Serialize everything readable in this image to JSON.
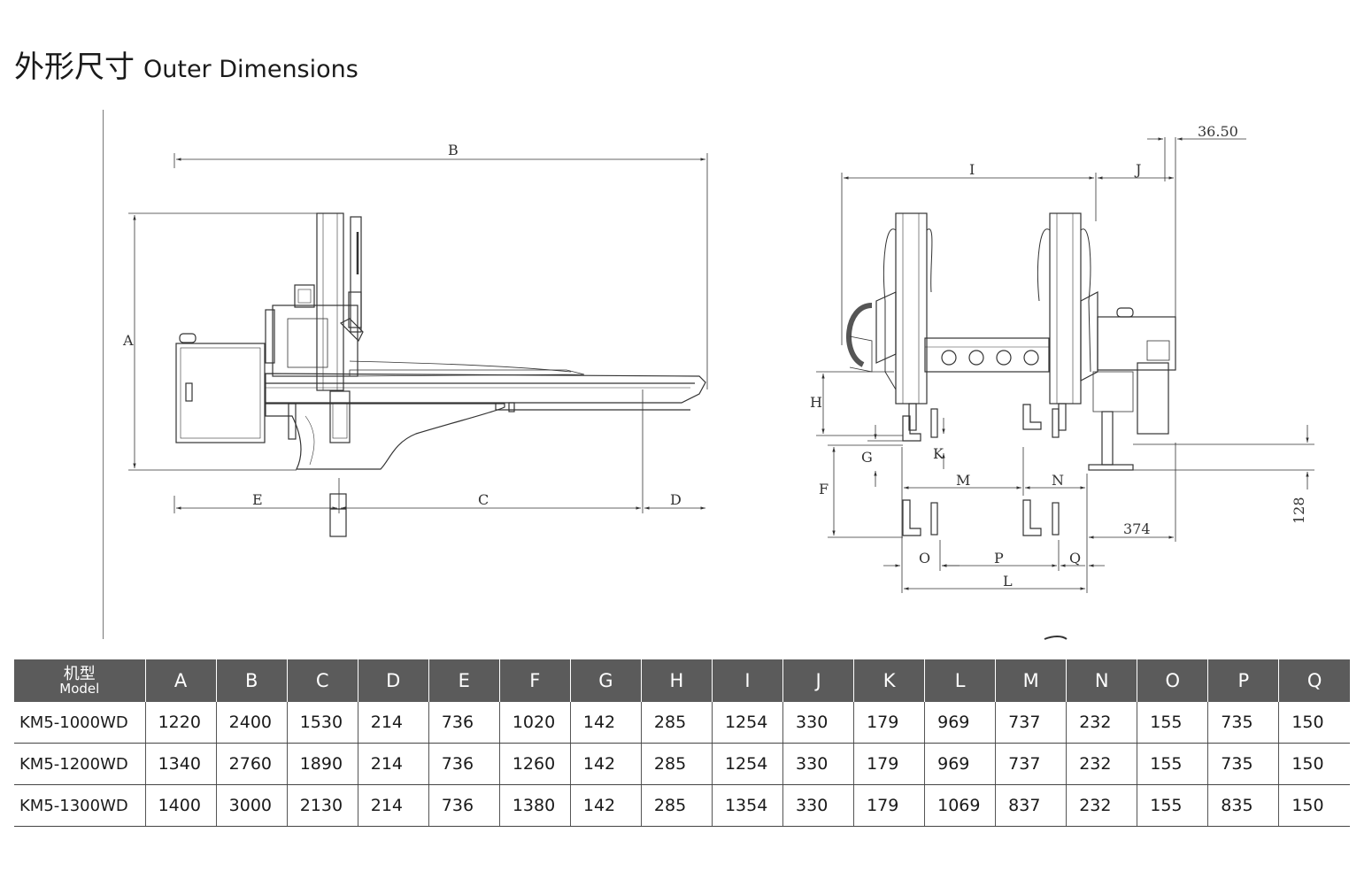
{
  "heading": {
    "cn": "外形尺寸",
    "en": "Outer Dimensions"
  },
  "drawing_labels": {
    "side": {
      "A": "A",
      "B": "B",
      "C": "C",
      "D": "D",
      "E": "E"
    },
    "front": {
      "I": "I",
      "J": "J",
      "H": "H",
      "G": "G",
      "K": "K",
      "F": "F",
      "M": "M",
      "N": "N",
      "O": "O",
      "P": "P",
      "Q": "Q",
      "L": "L",
      "d3650": "36.50",
      "d374": "374",
      "d128": "128"
    }
  },
  "table": {
    "model_header_cn": "机型",
    "model_header_en": "Model",
    "columns": [
      "A",
      "B",
      "C",
      "D",
      "E",
      "F",
      "G",
      "H",
      "I",
      "J",
      "K",
      "L",
      "M",
      "N",
      "O",
      "P",
      "Q"
    ],
    "rows": [
      {
        "model": "KM5-1000WD",
        "values": [
          "1220",
          "2400",
          "1530",
          "214",
          "736",
          "1020",
          "142",
          "285",
          "1254",
          "330",
          "179",
          "969",
          "737",
          "232",
          "155",
          "735",
          "150"
        ]
      },
      {
        "model": "KM5-1200WD",
        "values": [
          "1340",
          "2760",
          "1890",
          "214",
          "736",
          "1260",
          "142",
          "285",
          "1254",
          "330",
          "179",
          "969",
          "737",
          "232",
          "155",
          "735",
          "150"
        ]
      },
      {
        "model": "KM5-1300WD",
        "values": [
          "1400",
          "3000",
          "2130",
          "214",
          "736",
          "1380",
          "142",
          "285",
          "1354",
          "330",
          "179",
          "1069",
          "837",
          "232",
          "155",
          "835",
          "150"
        ]
      }
    ]
  }
}
